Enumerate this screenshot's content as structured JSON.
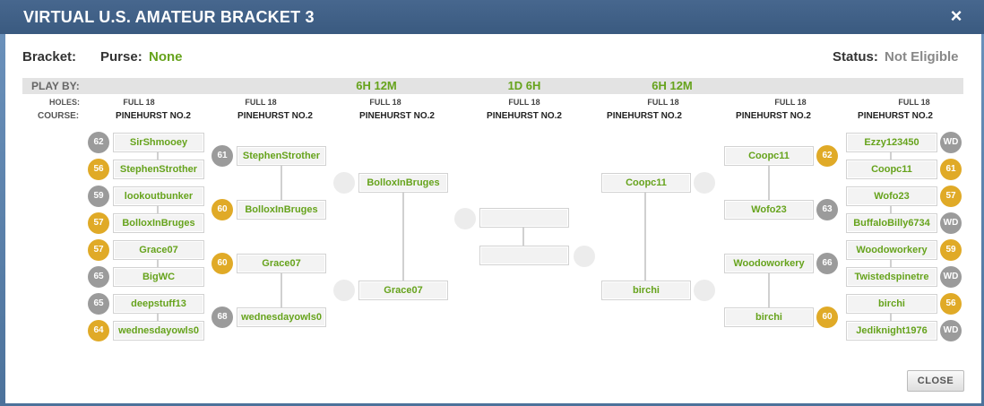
{
  "title": "VIRTUAL U.S. AMATEUR BRACKET 3",
  "close_x": "×",
  "header": {
    "bracket_label": "Bracket:",
    "purse_label": "Purse:",
    "purse_value": "None",
    "status_label": "Status:",
    "status_value": "Not Eligible"
  },
  "rows": {
    "play_by_label": "PLAY BY:",
    "holes_label": "HOLES:",
    "course_label": "COURSE:"
  },
  "play_by": [
    "6H 12M",
    "1D 6H",
    "6H 12M"
  ],
  "holes": [
    "FULL 18",
    "FULL 18",
    "FULL 18",
    "FULL 18",
    "FULL 18",
    "FULL 18",
    "FULL 18"
  ],
  "course": [
    "PINEHURST NO.2",
    "PINEHURST NO.2",
    "PINEHURST NO.2",
    "PINEHURST NO.2",
    "PINEHURST NO.2",
    "PINEHURST NO.2",
    "PINEHURST NO.2"
  ],
  "left_r1": [
    {
      "name": "SirShmooey",
      "score": "62",
      "win": false
    },
    {
      "name": "StephenStrother",
      "score": "56",
      "win": true
    },
    {
      "name": "lookoutbunker",
      "score": "59",
      "win": false
    },
    {
      "name": "BolloxInBruges",
      "score": "57",
      "win": true
    },
    {
      "name": "Grace07",
      "score": "57",
      "win": true
    },
    {
      "name": "BigWC",
      "score": "65",
      "win": false
    },
    {
      "name": "deepstuff13",
      "score": "65",
      "win": false
    },
    {
      "name": "wednesdayowls0",
      "score": "64",
      "win": true
    }
  ],
  "left_r2": [
    {
      "name": "StephenStrother",
      "score": "61",
      "win": false
    },
    {
      "name": "BolloxInBruges",
      "score": "60",
      "win": true
    },
    {
      "name": "Grace07",
      "score": "60",
      "win": true
    },
    {
      "name": "wednesdayowls0",
      "score": "68",
      "win": false
    }
  ],
  "left_r3": [
    {
      "name": "BolloxInBruges",
      "score": ""
    },
    {
      "name": "Grace07",
      "score": ""
    }
  ],
  "final": [
    {
      "name": "",
      "score": ""
    },
    {
      "name": "",
      "score": ""
    }
  ],
  "right_r3": [
    {
      "name": "Coopc11",
      "score": ""
    },
    {
      "name": "birchi",
      "score": ""
    }
  ],
  "right_r2": [
    {
      "name": "Coopc11",
      "score": "62",
      "win": true
    },
    {
      "name": "Wofo23",
      "score": "63",
      "win": false
    },
    {
      "name": "Woodoworkery",
      "score": "66",
      "win": false
    },
    {
      "name": "birchi",
      "score": "60",
      "win": true
    }
  ],
  "right_r1": [
    {
      "name": "Ezzy123450",
      "score": "WD",
      "win": false
    },
    {
      "name": "Coopc11",
      "score": "61",
      "win": true
    },
    {
      "name": "Wofo23",
      "score": "57",
      "win": true
    },
    {
      "name": "BuffaloBilly6734",
      "score": "WD",
      "win": false
    },
    {
      "name": "Woodoworkery",
      "score": "59",
      "win": true
    },
    {
      "name": "Twistedspinetre",
      "score": "WD",
      "win": false
    },
    {
      "name": "birchi",
      "score": "56",
      "win": true
    },
    {
      "name": "Jediknight1976",
      "score": "WD",
      "win": false
    }
  ],
  "close_button": "CLOSE"
}
